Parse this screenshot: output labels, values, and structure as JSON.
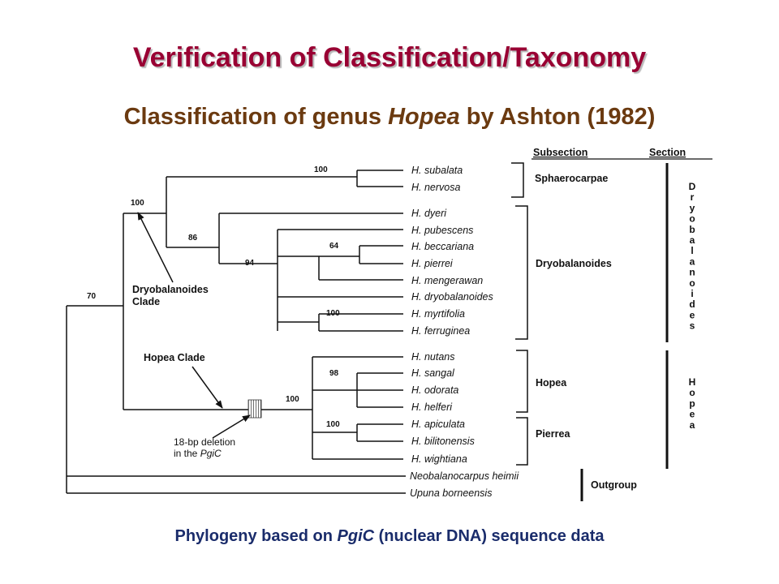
{
  "title": "Verification of Classification/Taxonomy",
  "subtitle": {
    "prefix": "Classification of genus ",
    "genus": "Hopea",
    "suffix": " by Ashton (1982)"
  },
  "headers": {
    "subsection": "Subsection",
    "section": "Section"
  },
  "taxa": [
    "H. subalata",
    "H. nervosa",
    "H. dyeri",
    "H. pubescens",
    "H. beccariana",
    "H. pierrei",
    "H. mengerawan",
    "H. dryobalanoides",
    "H. myrtifolia",
    "H. ferruginea",
    "H. nutans",
    "H. sangal",
    "H. odorata",
    "H. helferi",
    "H. apiculata",
    "H. bilitonensis",
    "H. wightiana",
    "Neobalanocarpus heimii",
    "Upuna borneensis"
  ],
  "bootstrap": {
    "sphaero": "100",
    "dryo_clade": "100",
    "n86": "86",
    "n64": "64",
    "n94": "94",
    "n100_myrt": "100",
    "n70": "70",
    "n98": "98",
    "hopea_clade": "100",
    "n100_api": "100"
  },
  "subsections": {
    "sphaerocarpae": "Sphaerocarpae",
    "dryobalanoides": "Dryobalanoides",
    "hopea": "Hopea",
    "pierrea": "Pierrea",
    "outgroup": "Outgroup"
  },
  "sections": {
    "dryobalanoides": "Dryobalanoides",
    "hopea": "Hopea"
  },
  "annotations": {
    "dryo_clade": [
      "Dryobalanoides",
      "Clade"
    ],
    "hopea_clade": "Hopea Clade",
    "deletion_line1": "18-bp deletion",
    "deletion_line2_prefix": "in the ",
    "deletion_line2_gene": "PgiC"
  },
  "caption": {
    "prefix": "Phylogeny based on ",
    "gene": "PgiC",
    "suffix": " (nuclear DNA) sequence data"
  },
  "colors": {
    "title": "#990033",
    "subtitle": "#6b3a10",
    "caption": "#1a2c6b"
  }
}
